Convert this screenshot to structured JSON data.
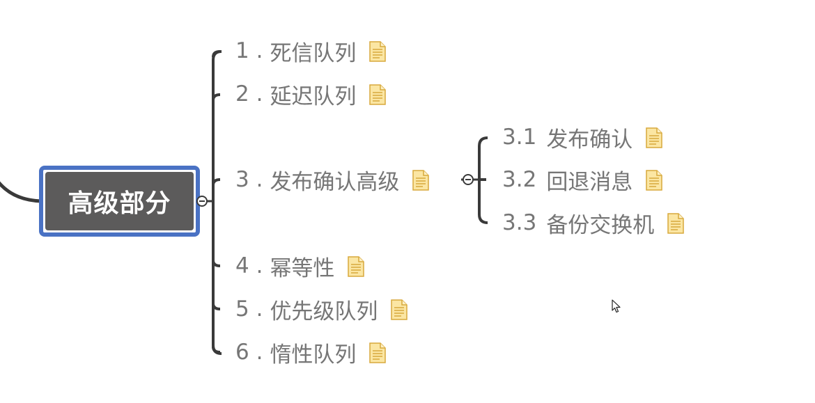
{
  "root": {
    "label": "高级部分"
  },
  "topics": [
    {
      "num": "1 .",
      "label": "死信队列"
    },
    {
      "num": "2 .",
      "label": "延迟队列"
    },
    {
      "num": "3 .",
      "label": "发布确认高级"
    },
    {
      "num": "4 .",
      "label": "幂等性"
    },
    {
      "num": "5 .",
      "label": "优先级队列"
    },
    {
      "num": "6 .",
      "label": "惰性队列"
    }
  ],
  "subtopics": [
    {
      "num": "3.1",
      "label": "发布确认"
    },
    {
      "num": "3.2",
      "label": "回退消息"
    },
    {
      "num": "3.3",
      "label": "备份交换机"
    }
  ],
  "icons": {
    "note": "note-icon",
    "collapse": "collapse-toggle-icon",
    "cursor": "mouse-cursor-icon"
  },
  "colors": {
    "root_border": "#4a72c4",
    "root_fill": "#5c5b5b",
    "connector": "#3a3a3a",
    "topic_text": "#767676",
    "note_fill": "#fbe6a3",
    "note_stroke": "#d8a93c"
  }
}
